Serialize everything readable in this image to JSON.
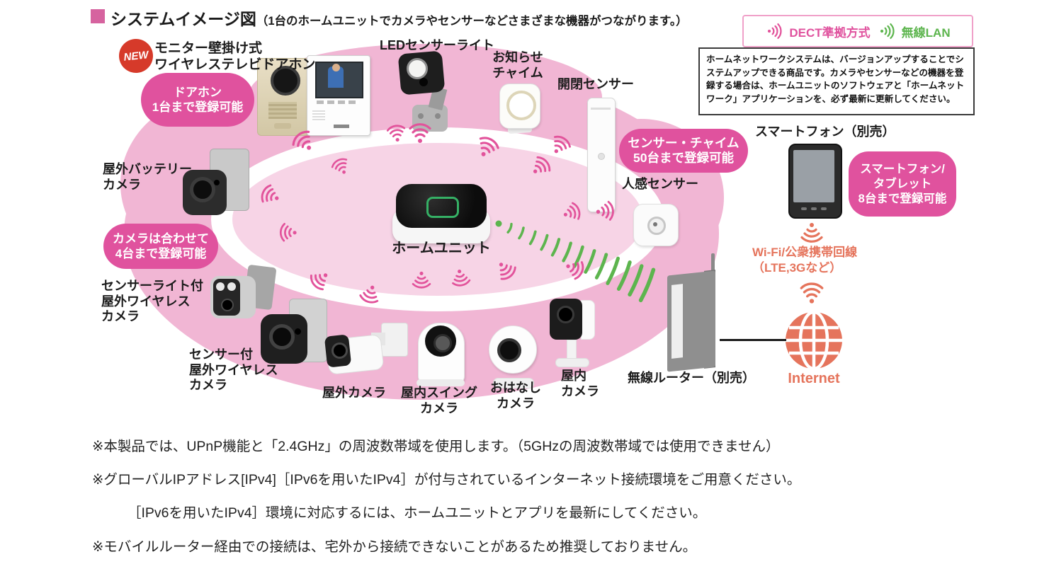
{
  "header": {
    "title": "システムイメージ図",
    "subtitle": "（1台のホームユニットでカメラやセンサーなどさまざまな機器がつながります。）"
  },
  "legend": {
    "dect": "DECT準拠方式",
    "wlan": "無線LAN"
  },
  "notice": "ホームネットワークシステムは、バージョンアップすることでシステムアップできる商品です。カメラやセンサーなどの機器を登録する場合は、ホームユニットのソフトウェアと「ホームネットワーク」アプリケーションを、必ず最新に更新してください。",
  "badges": {
    "new": "NEW",
    "doorphone": "ドアホン\n1台まで登録可能",
    "camera": "カメラは合わせて\n4台まで登録可能",
    "sensor_chime": "センサー・チャイム\n50台まで登録可能",
    "smartphone": "スマートフォン/\nタブレット\n8台まで登録可能"
  },
  "labels": {
    "doorphone": "モニター壁掛け式\nワイヤレステレビドアホン",
    "led_light": "LEDセンサーライト",
    "chime": "お知らせ\nチャイム",
    "open_close": "開閉センサー",
    "motion": "人感センサー",
    "smartphone": "スマートフォン（別売）",
    "home_unit": "ホームユニット",
    "battery_cam": "屋外バッテリー\nカメラ",
    "sensor_light_cam": "センサーライト付\n屋外ワイヤレス\nカメラ",
    "sensor_cam": "センサー付\n屋外ワイヤレス\nカメラ",
    "outdoor_cam": "屋外カメラ",
    "swing_cam": "屋内スイング\nカメラ",
    "talk_cam": "おはなし\nカメラ",
    "indoor_cam": "屋内\nカメラ",
    "router": "無線ルーター（別売）",
    "wifi_line": "Wi-Fi/公衆携帯回線\n（LTE,3Gなど）",
    "internet": "Internet"
  },
  "footnotes": [
    "※本製品では、UPnP機能と「2.4GHz」の周波数帯域を使用します。（5GHzの周波数帯域では使用できません）",
    "※グローバルIPアドレス[IPv4]［IPv6を用いたIPv4］が付与されているインターネット接続環境をご用意ください。",
    "［IPv6を用いたIPv4］環境に対応するには、ホームユニットとアプリを最新にしてください。",
    "※モバイルルーター経由での接続は、宅外から接続できないことがあるため推奨しておりません。"
  ],
  "icons": {
    "wifi_pink": "#e2539b",
    "wifi_green": "#5db54e",
    "wifi_orange": "#e5745c",
    "globe_orange": "#e5745c"
  }
}
